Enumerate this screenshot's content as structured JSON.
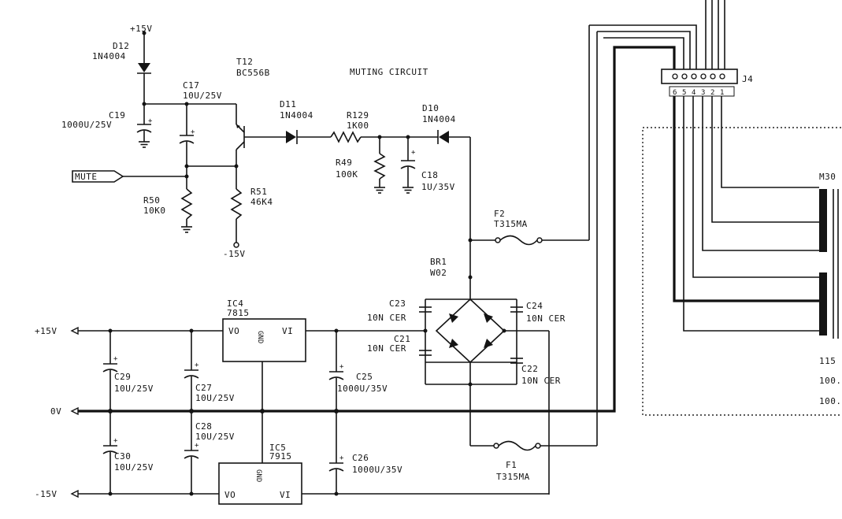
{
  "diagram_title": "MUTING CIRCUIT",
  "rails": {
    "plus15_top": "+15V",
    "minus15_mid": "-15V",
    "plus15": "+15V",
    "zero": "0V",
    "minus15": "-15V"
  },
  "inputs": {
    "mute": "MUTE"
  },
  "components": {
    "D12": {
      "ref": "D12",
      "value": "1N4004"
    },
    "T12": {
      "ref": "T12",
      "value": "BC556B"
    },
    "C17": {
      "ref": "C17",
      "value": "10U/25V"
    },
    "C19": {
      "ref": "C19",
      "value": "1000U/25V"
    },
    "D11": {
      "ref": "D11",
      "value": "1N4004"
    },
    "R129": {
      "ref": "R129",
      "value": "1K00"
    },
    "D10": {
      "ref": "D10",
      "value": "1N4004"
    },
    "R49": {
      "ref": "R49",
      "value": "100K"
    },
    "C18": {
      "ref": "C18",
      "value": "1U/35V"
    },
    "R50": {
      "ref": "R50",
      "value": "10K0"
    },
    "R51": {
      "ref": "R51",
      "value": "46K4"
    },
    "F2": {
      "ref": "F2",
      "value": "T315MA"
    },
    "BR1": {
      "ref": "BR1",
      "value": "W02"
    },
    "C23": {
      "ref": "C23",
      "value": "10N CER"
    },
    "C24": {
      "ref": "C24",
      "value": "10N CER"
    },
    "C21": {
      "ref": "C21",
      "value": "10N CER"
    },
    "C22": {
      "ref": "C22",
      "value": "10N CER"
    },
    "IC4": {
      "ref": "IC4",
      "value": "7815",
      "pin_in": "VI",
      "pin_out": "VO",
      "pin_gnd": "GND"
    },
    "IC5": {
      "ref": "IC5",
      "value": "7915",
      "pin_in": "VI",
      "pin_out": "VO",
      "pin_gnd": "GND"
    },
    "C29": {
      "ref": "C29",
      "value": "10U/25V"
    },
    "C27": {
      "ref": "C27",
      "value": "10U/25V"
    },
    "C25": {
      "ref": "C25",
      "value": "1000U/35V"
    },
    "C28": {
      "ref": "C28",
      "value": "10U/25V"
    },
    "C30": {
      "ref": "C30",
      "value": "10U/25V"
    },
    "C26": {
      "ref": "C26",
      "value": "1000U/35V"
    },
    "F1": {
      "ref": "F1",
      "value": "T315MA"
    }
  },
  "connector": {
    "ref": "J4",
    "pins": [
      "6",
      "5",
      "4",
      "3",
      "2",
      "1"
    ]
  },
  "transformer": {
    "ref": "M30",
    "labels": [
      "115",
      "100.",
      "100."
    ]
  },
  "polarity_mark": "+"
}
